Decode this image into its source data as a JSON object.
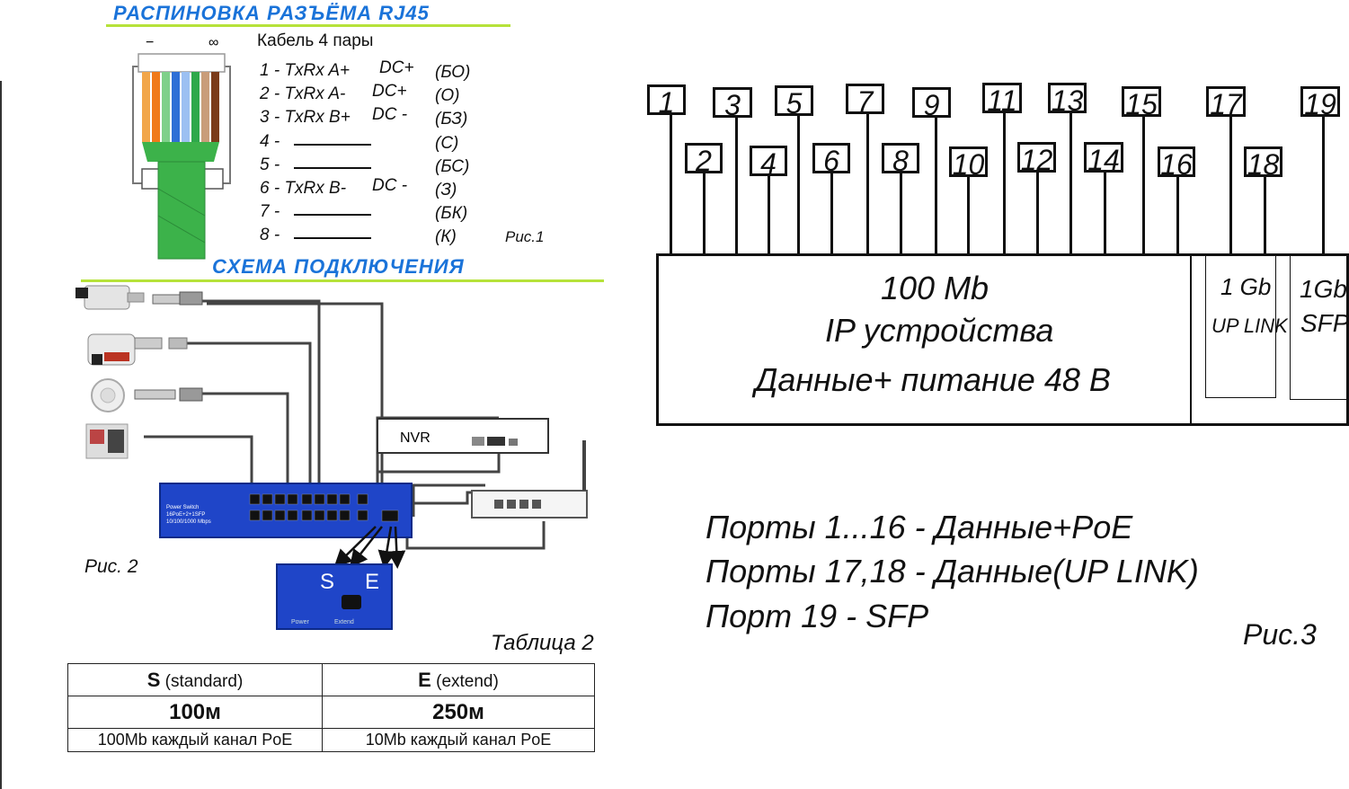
{
  "left": {
    "title_pinout": "РАСПИНОВКА РАЗЪЁМА RJ45",
    "cable_label": "Кабель 4 пары",
    "plug_marks": {
      "minus": "−",
      "inf": "∞"
    },
    "pins": [
      {
        "n": "1 - TxRx A+",
        "dc": "DC+",
        "color": "(БО)",
        "dash": false
      },
      {
        "n": "2 - TxRx A-",
        "dc": "DC+",
        "color": "(О)",
        "dash": false
      },
      {
        "n": "3 - TxRx B+",
        "dc": "DC -",
        "color": "(БЗ)",
        "dash": false
      },
      {
        "n": "4 -",
        "dc": "",
        "color": "(С)",
        "dash": true
      },
      {
        "n": "5 -",
        "dc": "",
        "color": "(БС)",
        "dash": true
      },
      {
        "n": "6 - TxRx B-",
        "dc": "DC -",
        "color": "(З)",
        "dash": false
      },
      {
        "n": "7 -",
        "dc": "",
        "color": "(БК)",
        "dash": true
      },
      {
        "n": "8 -",
        "dc": "",
        "color": "(К)",
        "dash": true
      }
    ],
    "fig1": "Рис.1",
    "title_scheme": "СХЕМА ПОДКЛЮЧЕНИЯ",
    "nvr_label": "NVR",
    "switch_text": [
      "Power Switch",
      "16PoE+2+1SFP",
      "10/100/1000 Mbps"
    ],
    "switch_labels": {
      "s": "S",
      "e": "E",
      "power": "Power",
      "extend": "Extend"
    },
    "fig2": "Рис. 2",
    "table_title": "Таблица 2",
    "table": {
      "h1_bold": "S",
      "h1_rest": " (standard)",
      "h2_bold": "E",
      "h2_rest": " (extend)",
      "r1c1": "100м",
      "r1c2": "250м",
      "r2c1": "100Mb каждый канал PoE",
      "r2c2": "10Mb  каждый канал PoE"
    }
  },
  "right": {
    "ports": [
      "1",
      "2",
      "3",
      "4",
      "5",
      "6",
      "7",
      "8",
      "9",
      "10",
      "11",
      "12",
      "13",
      "14",
      "15",
      "16",
      "17",
      "18",
      "19"
    ],
    "main_lines": [
      "100 Mb",
      "IP устройства",
      "Данные+ питание 48 В"
    ],
    "uplink": [
      "1 Gb",
      "UP LINK"
    ],
    "sfp": [
      "1Gb",
      "SFP"
    ],
    "notes": [
      "Порты 1...16 - Данные+PoE",
      "Порты 17,18 - Данные(UP LINK)",
      "Порт 19 - SFP"
    ],
    "fig3": "Рис.3"
  },
  "colors": {
    "title_blue": "#1a73d9",
    "underline_green": "#b6e23a",
    "switch_blue": "#1f45c8",
    "cable_green": "#3cb24a"
  }
}
